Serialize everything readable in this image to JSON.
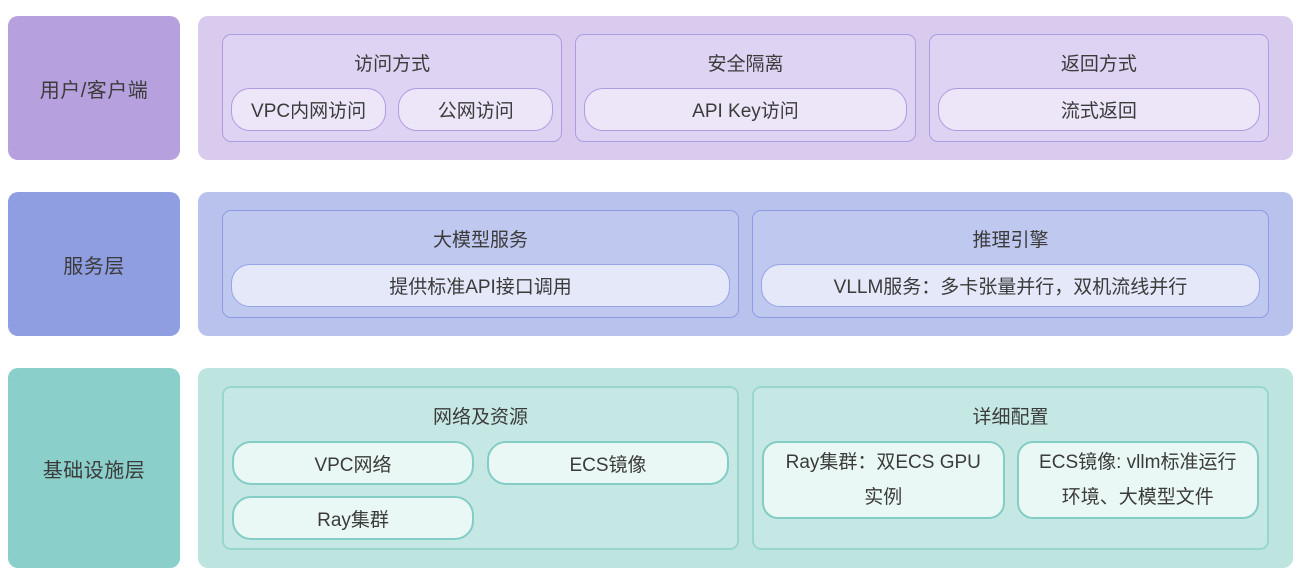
{
  "palette": {
    "user_layer_accent": "#b6a1de",
    "service_layer_accent": "#8f9de1",
    "infra_layer_accent": "#8bcfca",
    "text_color": "#3b3b3b",
    "background": "#ffffff"
  },
  "layers": [
    {
      "label": "用户/客户端",
      "groups": [
        {
          "title": "访问方式",
          "items": [
            "VPC内网访问",
            "公网访问"
          ]
        },
        {
          "title": "安全隔离",
          "items": [
            "API Key访问"
          ]
        },
        {
          "title": "返回方式",
          "items": [
            "流式返回"
          ]
        }
      ]
    },
    {
      "label": "服务层",
      "groups": [
        {
          "title": "大模型服务",
          "items": [
            "提供标准API接口调用"
          ]
        },
        {
          "title": "推理引擎",
          "items": [
            "VLLM服务：多卡张量并行，双机流线并行"
          ]
        }
      ]
    },
    {
      "label": "基础设施层",
      "groups": [
        {
          "title": "网络及资源",
          "items": [
            "VPC网络",
            "ECS镜像",
            "Ray集群"
          ]
        },
        {
          "title": "详细配置",
          "items": [
            "Ray集群：双ECS GPU实例",
            "ECS镜像: vllm标准运行环境、大模型文件"
          ]
        }
      ]
    }
  ]
}
